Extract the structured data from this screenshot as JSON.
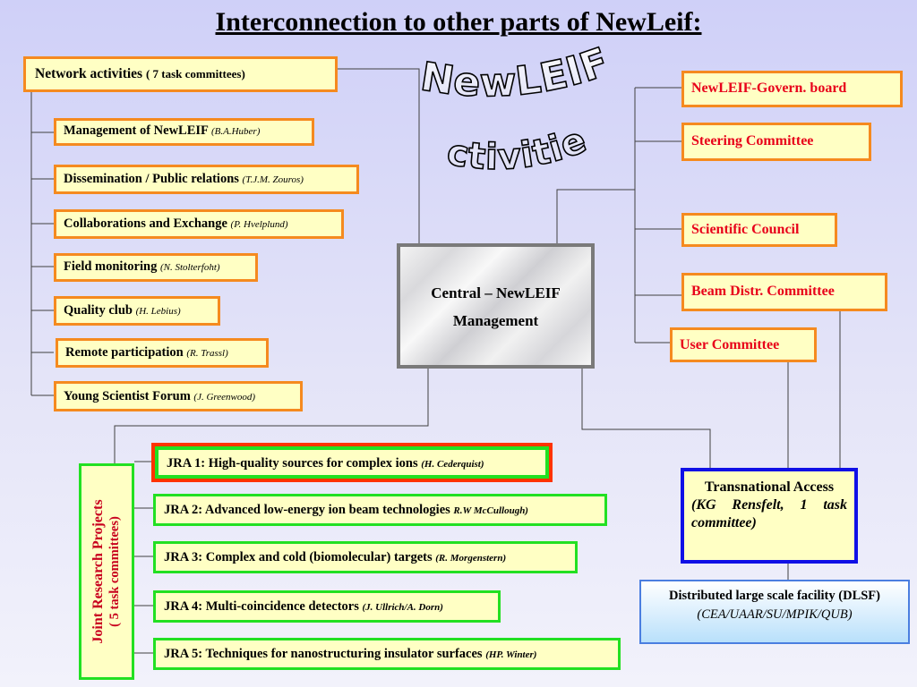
{
  "title": "Interconnection to other parts of NewLeif:",
  "wordart": [
    "NewLEIF",
    "activities"
  ],
  "network": {
    "name": "Network activities",
    "note": "( 7  task committees)"
  },
  "left_items": [
    {
      "name": "Management of NewLEIF",
      "person": "(B.A.Huber)"
    },
    {
      "name": "Dissemination / Public relations",
      "person": "(T.J.M. Zouros)"
    },
    {
      "name": "Collaborations and Exchange",
      "person": "(P. Hvelplund)"
    },
    {
      "name": "Field monitoring",
      "person": "(N. Stolterfoht)"
    },
    {
      "name": "Quality club",
      "person": "(H. Lebius)"
    },
    {
      "name": "Remote participation",
      "person": "(R. Trassl)"
    },
    {
      "name": "Young Scientist Forum",
      "person": "(J. Greenwood)"
    }
  ],
  "central": {
    "line1": "Central – NewLEIF",
    "line2": "Management"
  },
  "right_items": [
    "NewLEIF-Govern. board",
    "Steering Committee",
    "Scientific Council",
    "Beam Distr. Committee",
    "User Committee"
  ],
  "jrp": {
    "line1": "Joint Research Projects",
    "line2": "( 5 task committees)"
  },
  "jra_items": [
    {
      "name": "JRA 1: High-quality sources for complex ions",
      "person": "(H. Cederquist)"
    },
    {
      "name": "JRA 2: Advanced low-energy ion beam technologies",
      "person": "R.W  McCullough)"
    },
    {
      "name": "JRA 3: Complex and cold (biomolecular) targets",
      "person": "(R. Morgenstern)"
    },
    {
      "name": "JRA 4: Multi-coincidence detectors",
      "person": "(J. Ullrich/A. Dorn)"
    },
    {
      "name": "JRA 5: Techniques for nanostructuring insulator surfaces",
      "person": "(HP. Winter)"
    }
  ],
  "transnational": {
    "title": "Transnational Access",
    "sub": "(KG Rensfelt, 1 task committee)"
  },
  "dlsf": {
    "title": "Distributed large scale facility (DLSF)",
    "sub": "(CEA/UAAR/SU/MPIK/QUB)"
  },
  "colors": {
    "orange_border": "#f58a1f",
    "green_border": "#22e022",
    "blue_border": "#1010e6",
    "red_text": "#e8001a",
    "box_fill": "#ffffc4"
  }
}
